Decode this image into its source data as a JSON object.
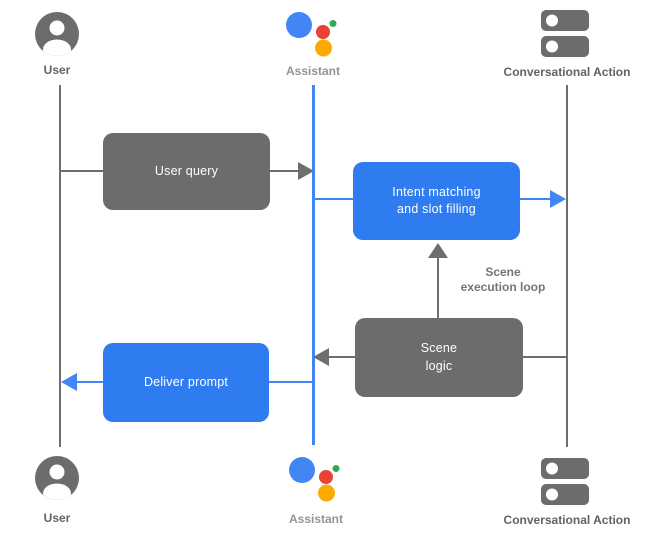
{
  "colors": {
    "box_blue": "#2e7cf0",
    "line_blue": "#4285f4",
    "box_gray": "#6c6c6c",
    "line_gray": "#6e6e6e",
    "label_dark_gray": "#5f6368",
    "label_light_gray": "#8f959b",
    "logo_blue": "#4285f4",
    "logo_red": "#ea4335",
    "logo_green": "#34a853",
    "logo_yellow": "#f9ab00"
  },
  "actors": {
    "user": {
      "label": "User",
      "icon": "person-circle-icon"
    },
    "assistant": {
      "label": "Assistant",
      "icon": "google-assistant-logo-icon"
    },
    "conversational_action": {
      "label": "Conversational Action",
      "icon": "server-stack-icon"
    }
  },
  "boxes": {
    "user_query": {
      "label": "User query",
      "color": "gray"
    },
    "intent_matching": {
      "label": [
        "Intent matching",
        "and slot filling"
      ],
      "color": "blue"
    },
    "scene_logic": {
      "label": [
        "Scene",
        "logic"
      ],
      "color": "gray"
    },
    "deliver_prompt": {
      "label": "Deliver prompt",
      "color": "blue"
    }
  },
  "notes": {
    "scene_execution_loop": [
      "Scene",
      "execution loop"
    ]
  },
  "edges": [
    {
      "from": "user",
      "to": "assistant",
      "via_box": "user_query",
      "color": "gray"
    },
    {
      "from": "assistant",
      "to": "conversational_action",
      "via_box": "intent_matching",
      "color": "blue"
    },
    {
      "from": "scene_logic",
      "to": "intent_matching",
      "label_ref": "scene_execution_loop",
      "color": "gray"
    },
    {
      "from": "conversational_action",
      "to": "assistant",
      "via_box": "scene_logic",
      "color": "gray"
    },
    {
      "from": "assistant",
      "to": "user",
      "via_box": "deliver_prompt",
      "color": "blue"
    }
  ]
}
